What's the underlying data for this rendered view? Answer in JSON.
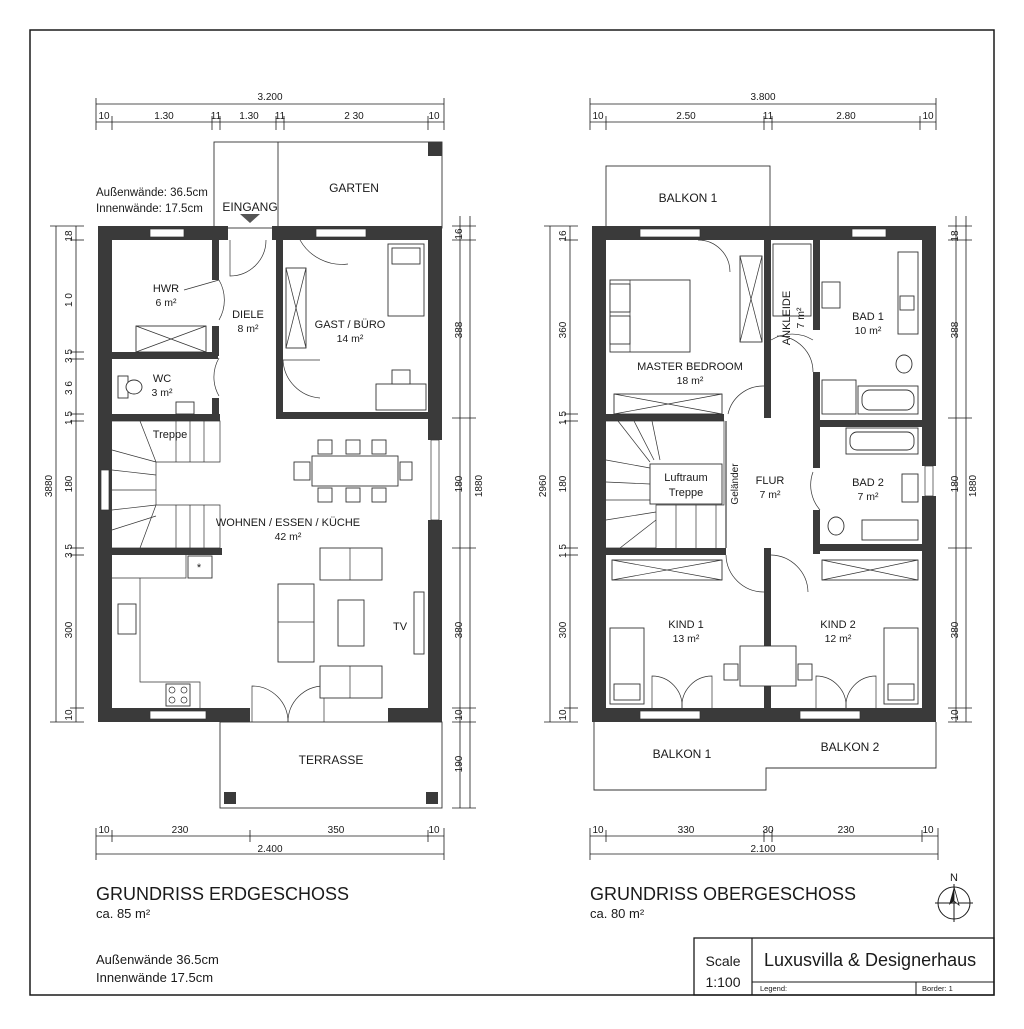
{
  "ground_floor": {
    "title": "GRUNDRISS ERDGESCHOSS",
    "area": "ca. 85 m²",
    "wall_note_top": "Außenwände: 36.5cm",
    "wall_note_top2": "Innenwände: 17.5cm",
    "wall_note_bottom": "Außenwände 36.5cm",
    "wall_note_bottom2": "Innenwände 17.5cm",
    "dims_top_total": "3.200",
    "dims_top": [
      "10",
      "1.30",
      "11",
      "1.30",
      "11",
      "2 30",
      "10"
    ],
    "dims_bottom_total": "2.400",
    "dims_bottom": [
      "10",
      "230",
      "350",
      "10"
    ],
    "dims_left_total": "3880",
    "dims_left": [
      "18",
      "1 0",
      "3 5",
      "3 6",
      "1 5",
      "180",
      "3 5",
      "300",
      "10"
    ],
    "dims_right_total": "1880",
    "dims_right": [
      "16",
      "388",
      "180",
      "380",
      "10",
      "190"
    ],
    "labels": {
      "eingang": "EINGANG",
      "garten": "GARTEN",
      "terrasse": "TERRASSE",
      "treppe": "Treppe",
      "tv": "TV"
    },
    "rooms": [
      {
        "name": "HWR",
        "area": "6 m²"
      },
      {
        "name": "DIELE",
        "area": "8 m²"
      },
      {
        "name": "GAST / BÜRO",
        "area": "14 m²"
      },
      {
        "name": "WC",
        "area": "3 m²"
      },
      {
        "name": "WOHNEN / ESSEN / KÜCHE",
        "area": "42 m²"
      }
    ]
  },
  "upper_floor": {
    "title": "GRUNDRISS OBERGESCHOSS",
    "area": "ca. 80 m²",
    "dims_top_total": "3.800",
    "dims_top": [
      "10",
      "2.50",
      "11",
      "2.80",
      "10"
    ],
    "dims_bottom_total": "2.100",
    "dims_bottom": [
      "10",
      "330",
      "30",
      "230",
      "10"
    ],
    "dims_left_total": "2960",
    "dims_left": [
      "16",
      "360",
      "1 5",
      "180",
      "1 5",
      "300",
      "10"
    ],
    "dims_right_total": "1880",
    "dims_right": [
      "18",
      "388",
      "180",
      "380",
      "10"
    ],
    "labels": {
      "balkon_top": "BALKON 1",
      "balkon_bottom_left": "BALKON 1",
      "balkon_bottom_right": "BALKON 2",
      "luftraum": "Luftraum",
      "treppe": "Treppe",
      "gelaender": "Geländer"
    },
    "rooms": [
      {
        "name": "MASTER BEDROOM",
        "area": "18 m²"
      },
      {
        "name": "ANKLEIDE",
        "area": "7 m²"
      },
      {
        "name": "BAD 1",
        "area": "10 m²"
      },
      {
        "name": "FLUR",
        "area": "7 m²"
      },
      {
        "name": "BAD 2",
        "area": "7 m²"
      },
      {
        "name": "KIND 1",
        "area": "13 m²"
      },
      {
        "name": "KIND 2",
        "area": "12 m²"
      }
    ]
  },
  "north_label": "N",
  "title_block": {
    "scale_label": "Scale",
    "scale_value": "1:100",
    "project": "Luxusvilla & Designerhaus",
    "legend": "Legend:",
    "border": "Border: 1"
  }
}
